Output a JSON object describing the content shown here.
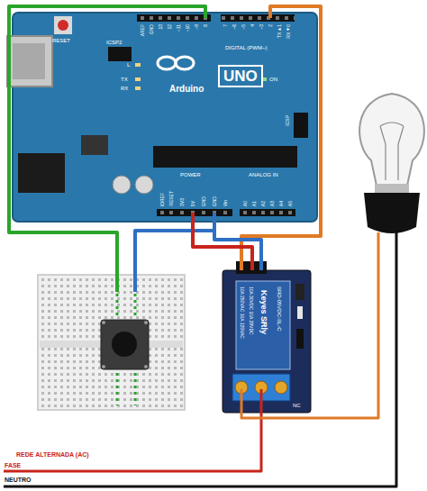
{
  "diagram": {
    "nodes": [
      {
        "text": [
          "Arduino",
          "UNO"
        ]
      },
      {
        "text": [
          "Keyes SRly",
          "SRD-05VDC-SL-C"
        ]
      }
    ],
    "edges": [
      {
        "from": 0,
        "to": 1,
        "arrow": "none"
      },
      {
        "from": 0,
        "to": 1,
        "arrow": "none"
      },
      {
        "from": 0,
        "to": 1,
        "arrow": "none"
      }
    ],
    "labels": [
      "RESET",
      "ICSP2",
      "AREF",
      "GND",
      "13",
      "12",
      "~11",
      "~10",
      "~9",
      "8",
      "7",
      "~6",
      "~5",
      "4",
      "~3",
      "2",
      "TX►1",
      "RX◄0",
      "DIGITAL (PWM~)",
      "L",
      "TX",
      "RX",
      "ON",
      "ICSP",
      "IOREF",
      "RESET",
      "3V3",
      "5V",
      "GND",
      "GND",
      "Vin",
      "POWER",
      "A0",
      "A1",
      "A2",
      "A3",
      "A4",
      "A5",
      "ANALOG IN",
      "10A 250VAC 10A 125VAC",
      "10A 30VDC 10A 28VDC",
      "NC",
      "REDE ALTERNADA (AC)",
      "FASE",
      "NEUTRO"
    ]
  }
}
